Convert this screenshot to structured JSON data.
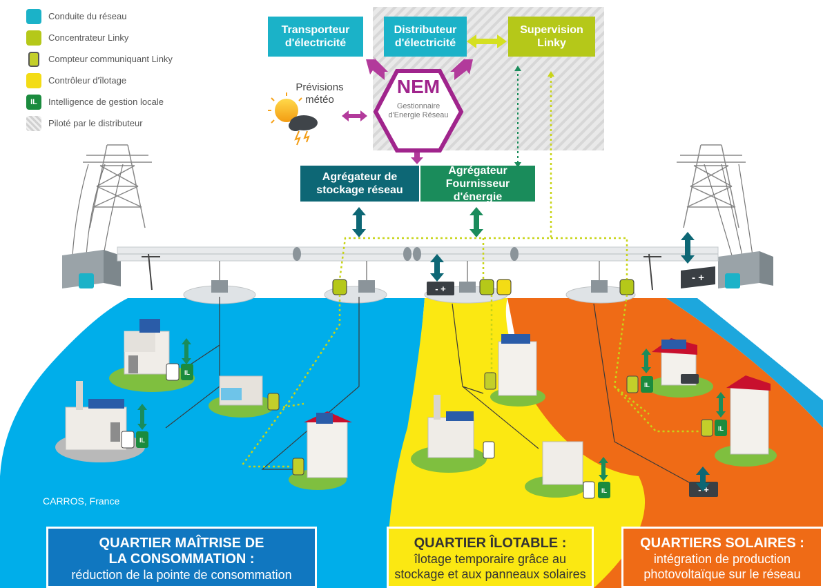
{
  "legend": [
    {
      "label": "Conduite du réseau",
      "color": "#1bb2c8",
      "icon": "square-icon",
      "mark": ""
    },
    {
      "label": "Concentrateur Linky",
      "color": "#b5c819",
      "icon": "square-icon",
      "mark": ""
    },
    {
      "label": "Compteur communiquant Linky",
      "color": "#c3cf2a",
      "icon": "meter-icon",
      "mark": ""
    },
    {
      "label": "Contrôleur d'îlotage",
      "color": "#f3dc15",
      "icon": "square-icon",
      "mark": ""
    },
    {
      "label": "Intelligence de gestion locale",
      "color": "#1b8b3e",
      "icon": "il-icon",
      "mark": "IL"
    },
    {
      "label": "Piloté par le distributeur",
      "color": "#cccccc",
      "icon": "hatch-icon",
      "mark": ""
    }
  ],
  "boxes": {
    "transporteur": "Transporteur\nd'électricité",
    "distributeur": "Distributeur\nd'électricité",
    "supervision": "Supervision\nLinky",
    "agg_stockage": "Agrégateur de\nstockage réseau",
    "agg_fournisseur": "Agrégateur\nFournisseur d'énergie"
  },
  "nem": {
    "title": "NEM",
    "subtitle": "Gestionnaire\nd'Energie Réseau"
  },
  "weather": {
    "label": "Prévisions\nmétéo"
  },
  "location": "CARROS, France",
  "districts": [
    {
      "title": "QUARTIER MAÎTRISE DE\nLA CONSOMMATION :",
      "subtitle": "réduction de la pointe de consommation",
      "color": "#1077c0",
      "text": "#ffffff"
    },
    {
      "title": "QUARTIER ÎLOTABLE :",
      "subtitle": "îlotage temporaire grâce au\nstockage et aux panneaux solaires",
      "color": "#fbe812",
      "text": "#333333"
    },
    {
      "title": "QUARTIERS SOLAIRES :",
      "subtitle": "intégration de production\nphotovoltaïque sur le réseau",
      "color": "#ef6b16",
      "text": "#ffffff"
    }
  ],
  "colors": {
    "cyan": "#1bb2c8",
    "lime": "#b5c819",
    "yellow": "#fbe812",
    "orange": "#ef6b16",
    "blue": "#00aeea",
    "teal": "#0d6775",
    "green": "#1a8c5b",
    "magenta": "#b23a9b"
  },
  "battery_mark": "- +"
}
